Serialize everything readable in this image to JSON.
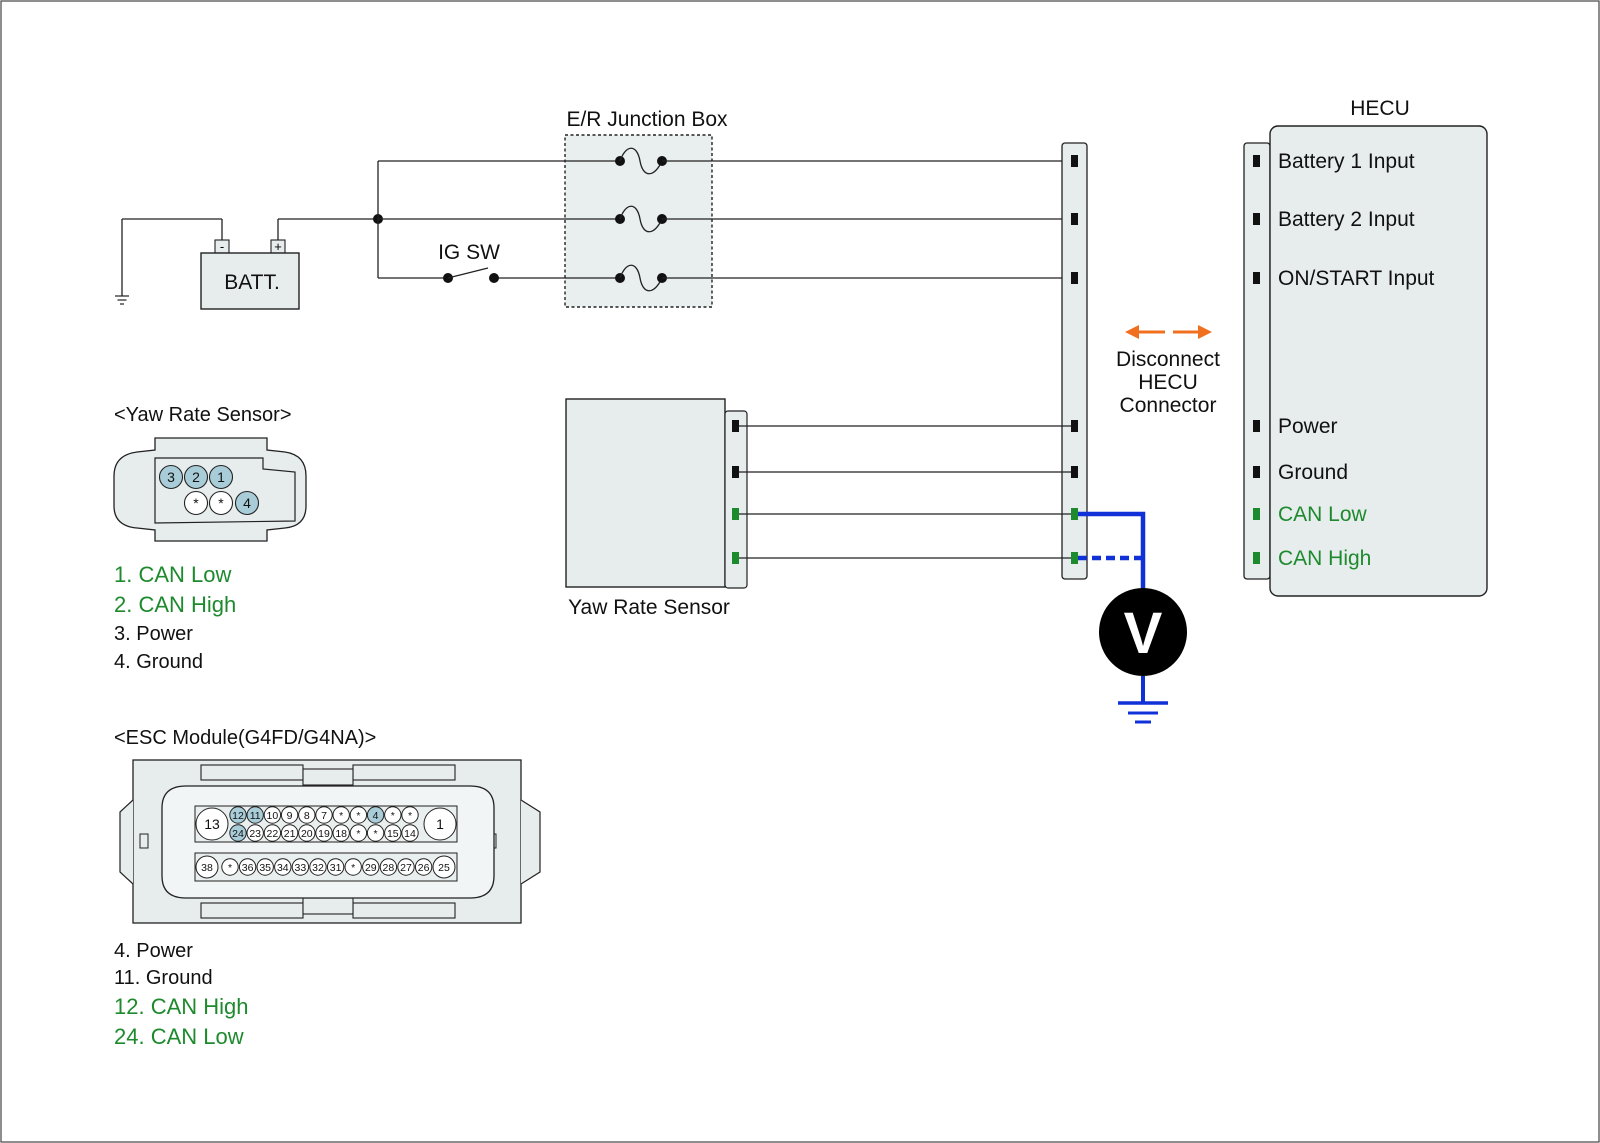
{
  "colors": {
    "box_fill": "#e7eced",
    "pin_blue": "#a9cdd8",
    "can_green": "#1e8a2e",
    "probe_blue": "#1030d8",
    "arrow_orange": "#f07020",
    "outline": "#222222"
  },
  "battery": {
    "label": "BATT.",
    "minus": "-",
    "plus": "+"
  },
  "junction_box": {
    "title": "E/R Junction Box"
  },
  "ig_switch": {
    "label": "IG SW"
  },
  "yaw_sensor": {
    "label": "Yaw Rate Sensor"
  },
  "hecu": {
    "title": "HECU",
    "inputs": [
      {
        "label": "Battery 1 Input",
        "can": false
      },
      {
        "label": "Battery 2 Input",
        "can": false
      },
      {
        "label": "ON/START Input",
        "can": false
      },
      {
        "label": "Power",
        "can": false
      },
      {
        "label": "Ground",
        "can": false
      },
      {
        "label": "CAN Low",
        "can": true
      },
      {
        "label": "CAN High",
        "can": true
      }
    ]
  },
  "disconnect": {
    "line1": "Disconnect",
    "line2": "HECU",
    "line3": "Connector"
  },
  "meter": {
    "symbol": "V",
    "icon": "voltmeter-icon"
  },
  "yaw_connector": {
    "title": "<Yaw Rate Sensor>",
    "top_pins": [
      "3",
      "2",
      "1"
    ],
    "bottom_pins": [
      "*",
      "*",
      "4"
    ],
    "legend": [
      {
        "text": "1. CAN Low",
        "can": true
      },
      {
        "text": "2. CAN High",
        "can": true
      },
      {
        "text": "3. Power",
        "can": false
      },
      {
        "text": "4. Ground",
        "can": false
      }
    ]
  },
  "esc_connector": {
    "title": "<ESC Module(G4FD/G4NA)>",
    "big_left": "13",
    "big_right": "1",
    "row1": [
      "12",
      "11",
      "10",
      "9",
      "8",
      "7",
      "*",
      "*",
      "4",
      "*",
      "*"
    ],
    "row1_highlight": [
      "12",
      "11",
      "4"
    ],
    "row2": [
      "24",
      "23",
      "22",
      "21",
      "20",
      "19",
      "18",
      "*",
      "*",
      "15",
      "14"
    ],
    "row2_highlight": [
      "24"
    ],
    "row3_left": "38",
    "row3_right": "25",
    "row3": [
      "*",
      "36",
      "35",
      "34",
      "33",
      "32",
      "31",
      "*",
      "29",
      "28",
      "27",
      "26"
    ],
    "legend": [
      {
        "text": "4. Power",
        "can": false
      },
      {
        "text": "11. Ground",
        "can": false
      },
      {
        "text": "12. CAN High",
        "can": true
      },
      {
        "text": "24. CAN Low",
        "can": true
      }
    ]
  }
}
